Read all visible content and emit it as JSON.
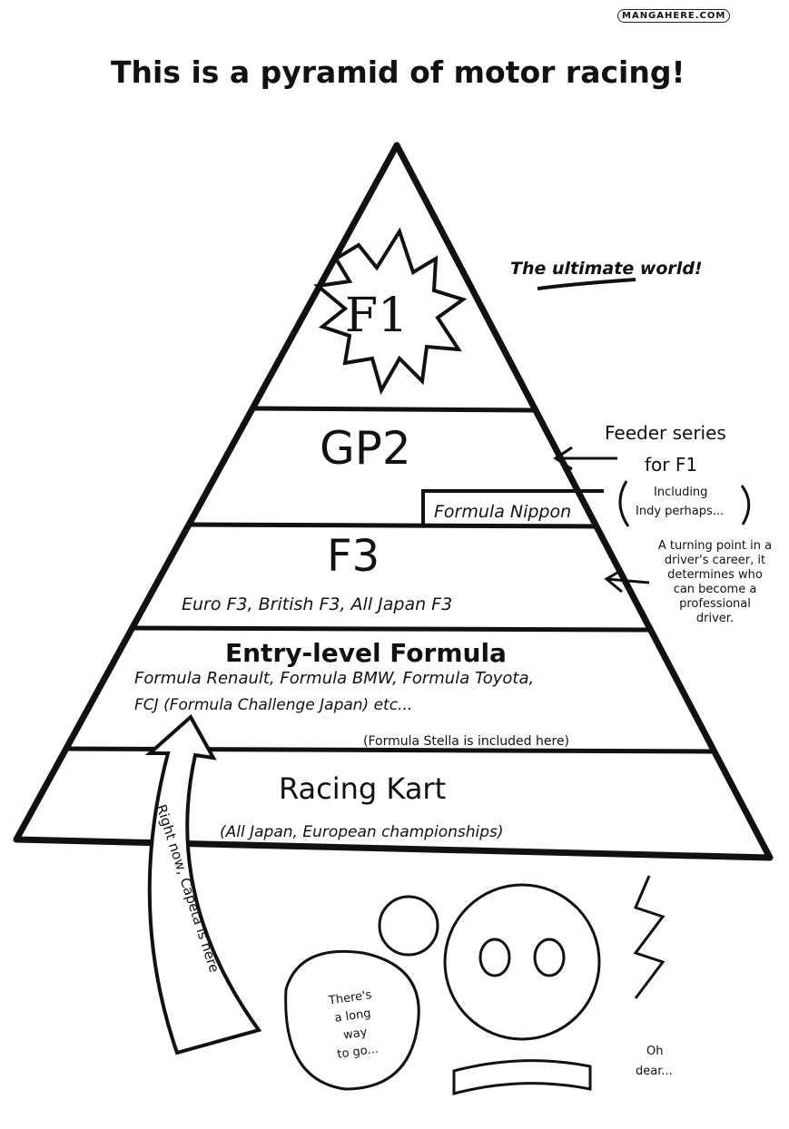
{
  "watermark": "MANGAHERE.COM",
  "title": "This is a pyramid of motor racing!",
  "pyramid": {
    "tiers": [
      {
        "name": "F1"
      },
      {
        "name": "GP2",
        "sub": "Formula Nippon"
      },
      {
        "name": "F3",
        "sub": "Euro F3, British F3, All Japan F3"
      },
      {
        "name": "Entry-level Formula",
        "sub": "Formula Renault, Formula BMW, Formula Toyota,",
        "sub2": "FCJ (Formula Challenge Japan) etc...",
        "note": "(Formula Stella is included here)"
      },
      {
        "name": "Racing Kart",
        "sub": "(All Japan, European championships)"
      }
    ]
  },
  "annotations": {
    "ultimate": "The ultimate world!",
    "feeder_1": "Feeder series",
    "feeder_2": "for F1",
    "indy_1": "Including",
    "indy_2": "Indy perhaps...",
    "turning": [
      "A turning point in a",
      "driver's career, it",
      "determines who",
      "can become a",
      "professional",
      "driver."
    ],
    "capeta_arrow": "Right now, Capeta is here"
  },
  "speech": {
    "bubble": [
      "There's",
      "a long",
      "way",
      "to go..."
    ],
    "oh_dear": [
      "Oh",
      "dear..."
    ]
  }
}
